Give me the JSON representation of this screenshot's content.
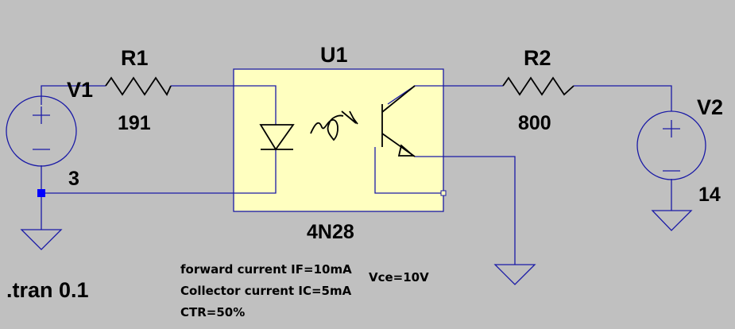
{
  "components": {
    "v1": {
      "name": "V1",
      "value": "3"
    },
    "r1": {
      "name": "R1",
      "value": "191"
    },
    "u1": {
      "name": "U1",
      "value": "4N28"
    },
    "r2": {
      "name": "R2",
      "value": "800"
    },
    "v2": {
      "name": "V2",
      "value": "14"
    }
  },
  "directive": ".tran 0.1",
  "notes": {
    "forward_current": "forward current IF=10mA",
    "collector_current": "Collector current IC=5mA",
    "ctr": "CTR=50%",
    "vce": "Vce=10V"
  },
  "colors": {
    "background": "#c0c0c0",
    "wire": "#1a1aa6",
    "optocoupler_fill": "#ffffc0",
    "junction": "#0000ff"
  }
}
